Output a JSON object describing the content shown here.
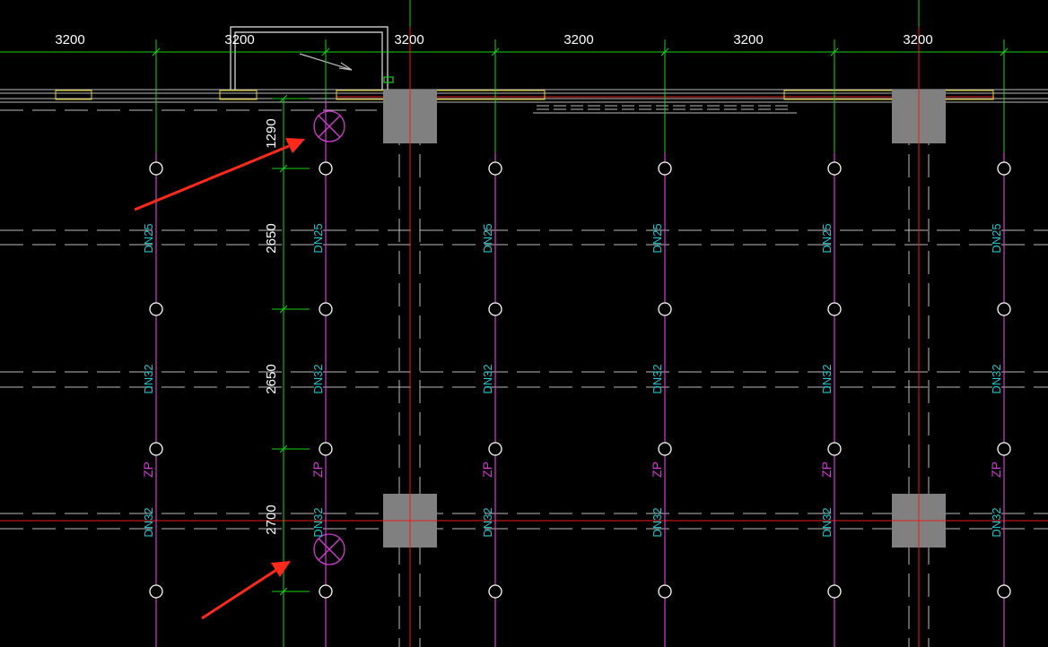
{
  "drawing": {
    "top_dimensions": [
      "3200",
      "3200",
      "3200",
      "3200",
      "3200",
      "3200"
    ],
    "vertical_dimensions": [
      "1290",
      "2650",
      "2650",
      "2700"
    ],
    "pipe_labels": {
      "row1": "DN25",
      "row2": "DN32",
      "row3": "ZP",
      "row4": "DN32"
    },
    "colors": {
      "background": "#000000",
      "axis_green": "#19d219",
      "axis_red": "#e61e1e",
      "pipe_magenta": "#d23cd2",
      "label_cyan": "#19c8d2",
      "column_gray": "#808080",
      "arrow_red": "#ff2a1a",
      "wall_yellow": "#e6d21e"
    }
  }
}
